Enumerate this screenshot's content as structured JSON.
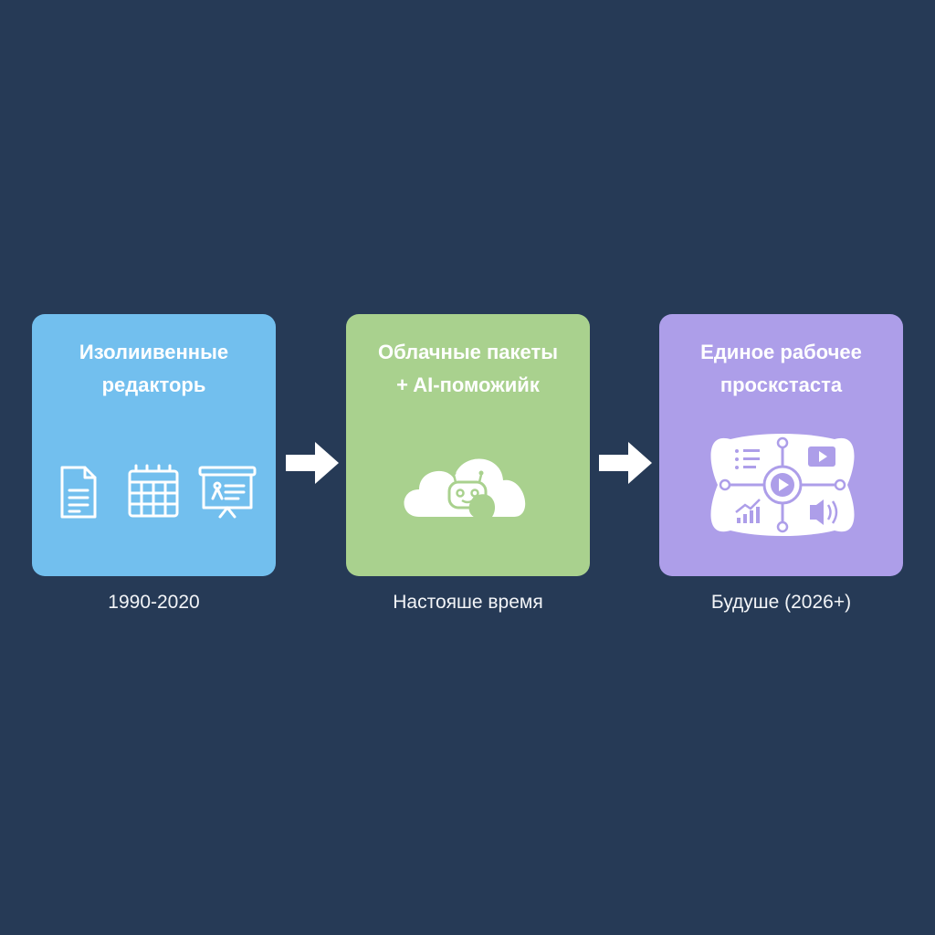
{
  "stages": [
    {
      "title_lines": [
        "Изолиивенные",
        "редакторь"
      ],
      "caption": "1990-2020",
      "color": "#72bfee",
      "icons": [
        "document-icon",
        "calendar-icon",
        "presentation-board-icon"
      ]
    },
    {
      "title_lines": [
        "Облачные пакеты",
        "+ AI-поможийк"
      ],
      "caption": "Настояше время",
      "color": "#a9d18e",
      "icons": [
        "cloud-robot-chat-icon"
      ]
    },
    {
      "title_lines": [
        "Единое рабочее",
        "проскстаста"
      ],
      "caption": "Будуше (2026+)",
      "color": "#ad9ee9",
      "icons": [
        "unified-workspace-hub-icon"
      ]
    }
  ],
  "connectors": [
    "arrow-right-icon",
    "arrow-right-icon"
  ],
  "colors": {
    "background": "#263a56",
    "icon_stroke": "#ffffff"
  }
}
